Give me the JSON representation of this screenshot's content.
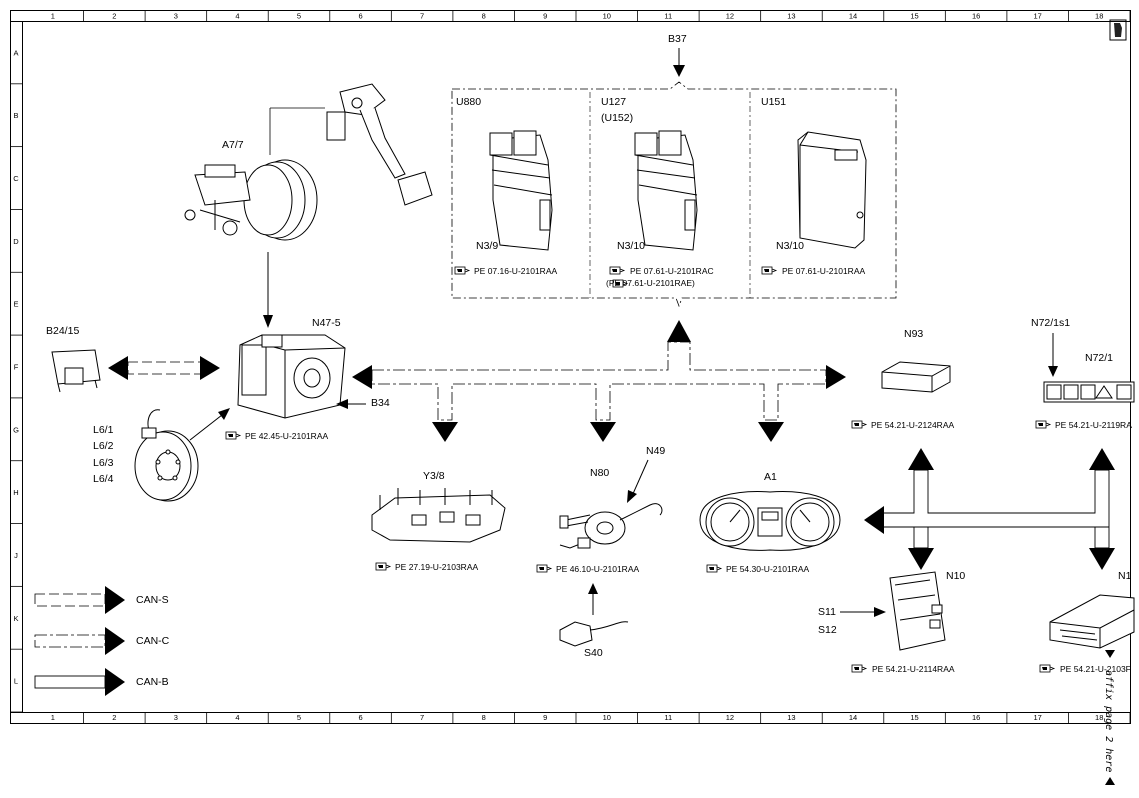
{
  "grid": {
    "columns": [
      "1",
      "2",
      "3",
      "4",
      "5",
      "6",
      "7",
      "8",
      "9",
      "10",
      "11",
      "12",
      "13",
      "14",
      "15",
      "16",
      "17",
      "18"
    ],
    "rows": [
      "A",
      "B",
      "C",
      "D",
      "E",
      "F",
      "G",
      "H",
      "J",
      "K",
      "L"
    ]
  },
  "components": {
    "b37": "B37",
    "u880": "U880",
    "u127": "U127",
    "u152": "(U152)",
    "u151": "U151",
    "n3_9": "N3/9",
    "n3_10a": "N3/10",
    "n3_10b": "N3/10",
    "a7_7": "A7/7",
    "b24_15": "B24/15",
    "n47_5": "N47-5",
    "b34": "B34",
    "l6_1": "L6/1",
    "l6_2": "L6/2",
    "l6_3": "L6/3",
    "l6_4": "L6/4",
    "y3_8": "Y3/8",
    "n80": "N80",
    "n49": "N49",
    "s40": "S40",
    "a1": "A1",
    "n93": "N93",
    "n72_1s1": "N72/1s1",
    "n72_1": "N72/1",
    "n10": "N10",
    "n1x": "N1",
    "s11": "S11",
    "s12": "S12"
  },
  "refs": {
    "u880": "PE 07.16-U-2101RAA",
    "u127": "PE 07.61-U-2101RAC",
    "u152": "(PE 07.61-U-2101RAE)",
    "u151": "PE 07.61-U-2101RAA",
    "n47_5": "PE 42.45-U-2101RAA",
    "y3_8": "PE 27.19-U-2103RAA",
    "n80": "PE 46.10-U-2101RAA",
    "a1": "PE 54.30-U-2101RAA",
    "n93": "PE 54.21-U-2124RAA",
    "n72_1": "PE 54.21-U-2119RA",
    "n10": "PE 54.21-U-2114RAA",
    "n1x": "PE 54.21-U-2103F"
  },
  "legend": {
    "can_s": "CAN-S",
    "can_c": "CAN-C",
    "can_b": "CAN-B"
  },
  "annotation": "affix page 2 here"
}
